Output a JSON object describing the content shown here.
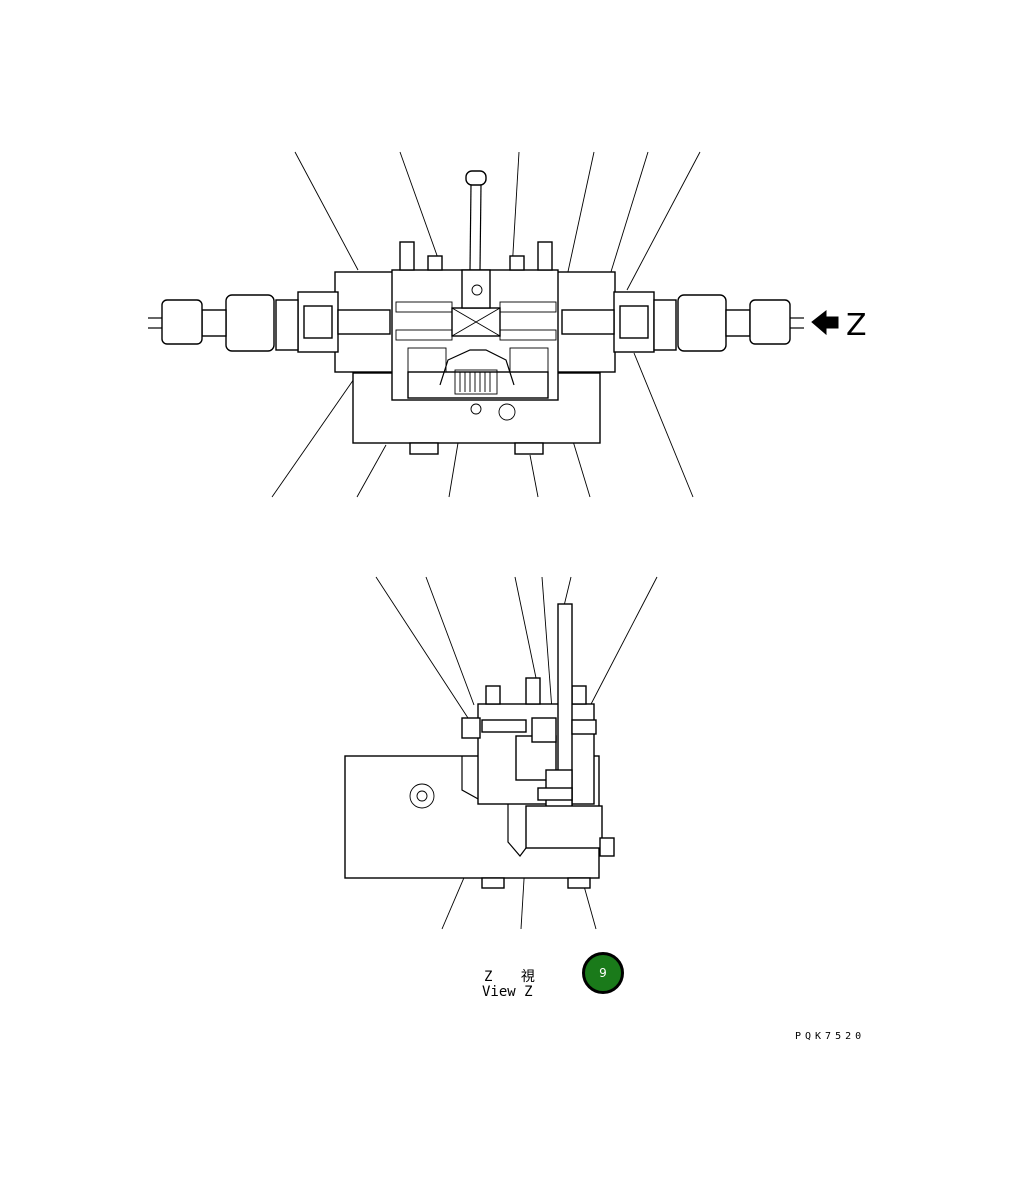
{
  "view_marker": {
    "letter": "Z"
  },
  "view_caption": {
    "japanese": "Z 視",
    "english": "View Z"
  },
  "badge": {
    "number": "9",
    "color": "#1a7a1a",
    "text_color": "#ffffff"
  },
  "page_ref": "PQK7520"
}
